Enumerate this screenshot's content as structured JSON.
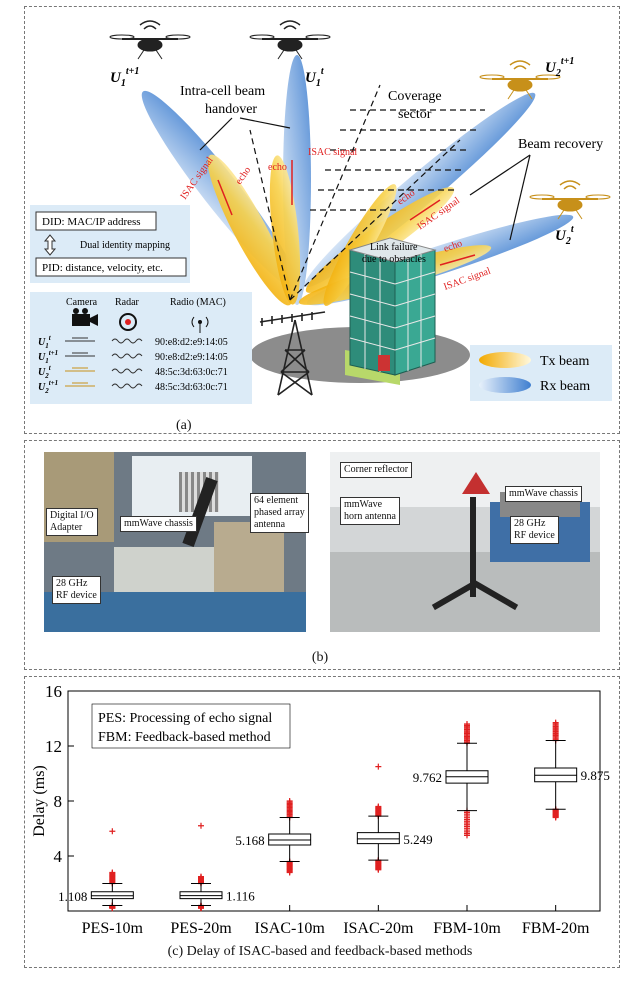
{
  "panel_a": {
    "caption": "(a)",
    "users": {
      "u1_next": "U1t+1",
      "u1": "U1t",
      "u2_next": "U2t+1",
      "u2": "U2t"
    },
    "labels": {
      "intra_cell": "Intra-cell beam",
      "handover": "handover",
      "coverage_1": "Coverage",
      "coverage_2": "sector",
      "beam_recovery": "Beam recovery",
      "isac_signal": "ISAC signal",
      "echo": "echo",
      "link_failure_1": "Link failure",
      "link_failure_2": "due to obstacles"
    },
    "identity": {
      "did": "DID: MAC/IP address",
      "mapping": "Dual identity mapping",
      "pid": "PID: distance, velocity, etc."
    },
    "table": {
      "headers": [
        "Camera",
        "Radar",
        "Radio (MAC)"
      ],
      "rows": [
        {
          "user": "U1t",
          "mac": "90:e8:d2:e9:14:05"
        },
        {
          "user": "U1t+1",
          "mac": "90:e8:d2:e9:14:05"
        },
        {
          "user": "U2t",
          "mac": "48:5c:3d:63:0c:71"
        },
        {
          "user": "U2t+1",
          "mac": "48:5c:3d:63:0c:71"
        }
      ]
    },
    "legend": {
      "tx": "Tx beam",
      "rx": "Rx beam"
    },
    "colors": {
      "tx": "#f5b800",
      "rx": "#3f7fd0",
      "signal": "#e02020"
    }
  },
  "panel_b": {
    "caption": "(b)",
    "left_labels": {
      "digital_io": "Digital I/O\nAdapter",
      "mmwave_chassis": "mmWave chassis",
      "array": "64 element\nphased array\nantenna",
      "rf": "28 GHz\nRF device"
    },
    "right_labels": {
      "corner": "Corner reflector",
      "horn": "mmWave\nhorn antenna",
      "chassis": "mmWave chassis",
      "rf": "28 GHz\nRF device"
    }
  },
  "panel_c": {
    "caption": "(c) Delay of ISAC-based and feedback-based methods",
    "legend_lines": [
      "PES: Processing of echo signal",
      "FBM: Feedback-based method"
    ]
  },
  "chart_data": {
    "type": "boxplot",
    "title": "",
    "xlabel": "",
    "ylabel": "Delay  (ms)",
    "ylim": [
      0,
      16
    ],
    "yticks": [
      4,
      8,
      12,
      16
    ],
    "categories": [
      "PES-10m",
      "PES-20m",
      "ISAC-10m",
      "ISAC-20m",
      "FBM-10m",
      "FBM-20m"
    ],
    "medians": [
      1.108,
      1.116,
      5.168,
      5.249,
      9.762,
      9.875
    ],
    "median_labels": [
      "1.108",
      "1.116",
      "5.168",
      "5.249",
      "9.762",
      "9.875"
    ],
    "q1": [
      0.9,
      0.9,
      4.8,
      4.9,
      9.3,
      9.4
    ],
    "q3": [
      1.4,
      1.4,
      5.6,
      5.7,
      10.2,
      10.4
    ],
    "whisker_low": [
      0.4,
      0.4,
      3.6,
      3.7,
      7.3,
      7.4
    ],
    "whisker_high": [
      2.0,
      2.0,
      6.8,
      6.9,
      12.2,
      12.4
    ],
    "outliers_low_range": [
      [
        0.2,
        0.4
      ],
      [
        0.2,
        0.4
      ],
      [
        2.8,
        3.6
      ],
      [
        3.0,
        3.7
      ],
      [
        5.5,
        7.3
      ],
      [
        6.8,
        7.4
      ]
    ],
    "outliers_high_range": [
      [
        2.0,
        2.8
      ],
      [
        2.0,
        2.5
      ],
      [
        6.8,
        8.0
      ],
      [
        6.9,
        7.6
      ],
      [
        12.2,
        13.6
      ],
      [
        12.4,
        13.7
      ]
    ],
    "extreme_outliers": [
      5.8,
      6.2,
      null,
      10.5,
      null,
      null
    ],
    "colors": {
      "box": "#000000",
      "outlier": "#e02020"
    }
  }
}
